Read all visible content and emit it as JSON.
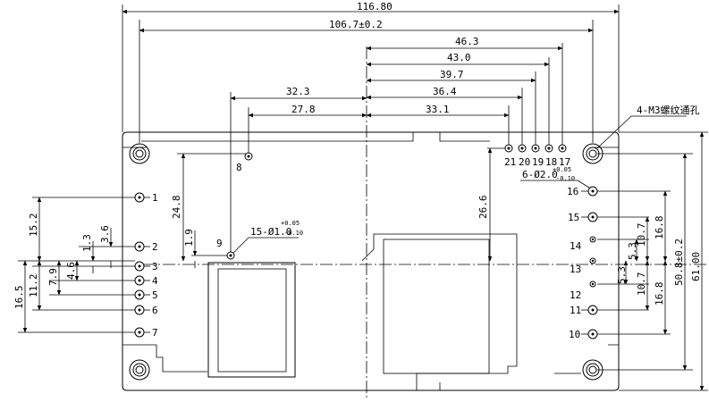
{
  "overall_width": "116.80",
  "hole_pitch_width": "106.7±0.2",
  "top_dims": [
    "46.3",
    "43.0",
    "39.7",
    "36.4",
    "33.1",
    "32.3",
    "27.8"
  ],
  "left_dims": [
    "15.2",
    "3.6",
    "1.3",
    "4.6",
    "7.9",
    "11.2",
    "16.5"
  ],
  "inner_left_dims": [
    "24.8",
    "1.9"
  ],
  "inner_right_dim": "26.6",
  "right_dims": [
    "16.8",
    "10.7",
    "5.3",
    "5.3",
    "10.7",
    "16.8"
  ],
  "hole_pitch_height": "50.8±0.2",
  "overall_height": "61.00",
  "mount_callout": "4-M3螺纹通孔",
  "hole_callout_a": "15-Ø1.0",
  "hole_callout_a_tol": [
    "+0.05",
    "-0.10"
  ],
  "hole_callout_b": "6-Ø2.0",
  "hole_callout_b_tol": [
    "+0.05",
    "-0.10"
  ],
  "pin_labels": {
    "p1": "1",
    "p2": "2",
    "p3": "3",
    "p4": "4",
    "p5": "5",
    "p6": "6",
    "p7": "7",
    "p8": "8",
    "p9": "9",
    "p10": "10",
    "p11": "11",
    "p12": "12",
    "p13": "13",
    "p14": "14",
    "p15": "15",
    "p16": "16",
    "p17": "17",
    "p18": "18",
    "p19": "19",
    "p20": "20",
    "p21": "21"
  }
}
